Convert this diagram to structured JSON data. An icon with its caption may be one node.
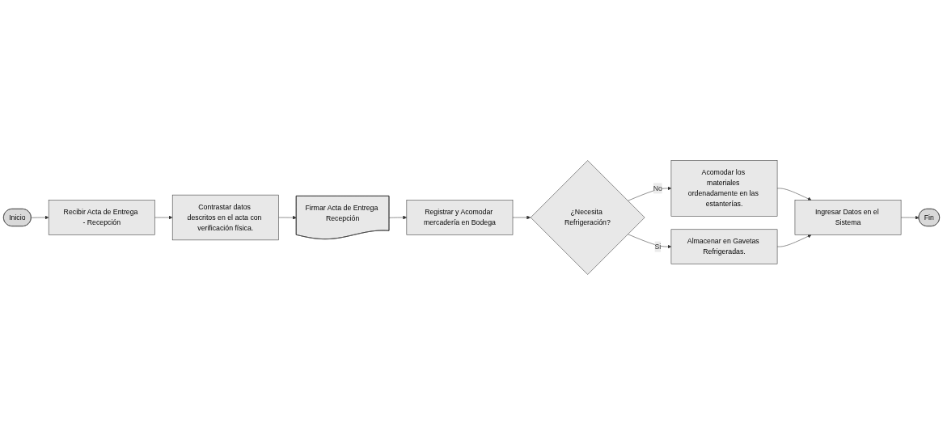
{
  "diagram": {
    "nodes": [
      {
        "text": [
          "Inicio"
        ]
      },
      {
        "text": [
          "Recibir Acta de Entrega - Recepción"
        ]
      },
      {
        "text": [
          "Contrastar datos descritos en el acta con verificación física."
        ]
      },
      {
        "text": [
          "Firmar Acta de Entrega Recepción"
        ]
      },
      {
        "text": [
          "Registrar y Acomodar mercadería en Bodega"
        ]
      },
      {
        "text": [
          "¿Necesita Refrigeración?"
        ]
      },
      {
        "text": [
          "Acomodar los materiales ordenadamente en las estanterías."
        ]
      },
      {
        "text": [
          "Almacenar en Gavetas Refrigeradas."
        ]
      },
      {
        "text": [
          "Ingresar Datos en el Sistema"
        ]
      },
      {
        "text": [
          "Fin"
        ]
      }
    ],
    "edges": [
      {
        "from": 0,
        "to": 1,
        "arrow": "to"
      },
      {
        "from": 1,
        "to": 2,
        "arrow": "to"
      },
      {
        "from": 2,
        "to": 3,
        "arrow": "to"
      },
      {
        "from": 3,
        "to": 4,
        "arrow": "to"
      },
      {
        "from": 4,
        "to": 5,
        "arrow": "to"
      },
      {
        "from": 5,
        "to": 6,
        "label": "No",
        "arrow": "to"
      },
      {
        "from": 5,
        "to": 7,
        "label": "Si",
        "arrow": "to"
      },
      {
        "from": 6,
        "to": 8,
        "arrow": "to"
      },
      {
        "from": 7,
        "to": 8,
        "arrow": "to"
      },
      {
        "from": 8,
        "to": 9,
        "arrow": "to"
      }
    ]
  }
}
